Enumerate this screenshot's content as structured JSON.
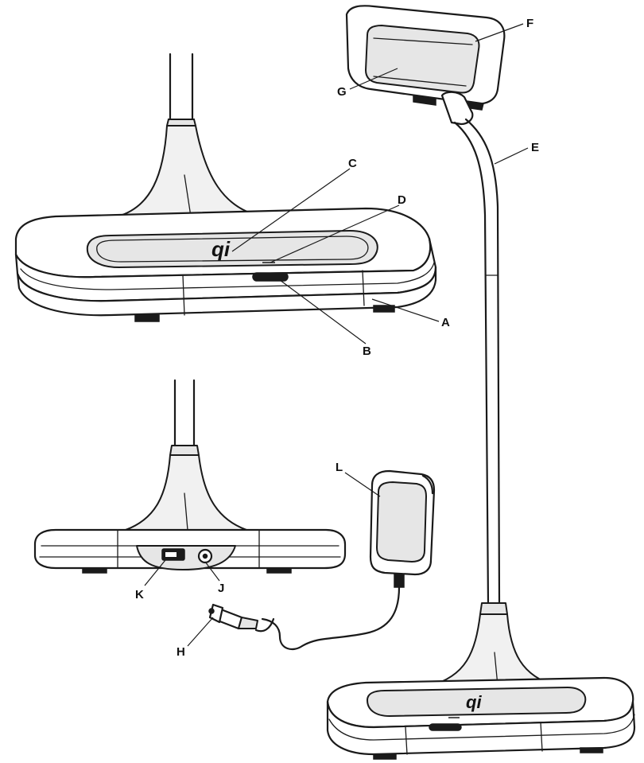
{
  "callouts": {
    "A": "A",
    "B": "B",
    "C": "C",
    "D": "D",
    "E": "E",
    "F": "F",
    "G": "G",
    "H": "H",
    "J": "J",
    "K": "K",
    "L": "L"
  },
  "logo_text": "qi",
  "colors": {
    "line": "#1a1a1a",
    "fill_gray": "#e6e6e6",
    "background": "#ffffff"
  }
}
